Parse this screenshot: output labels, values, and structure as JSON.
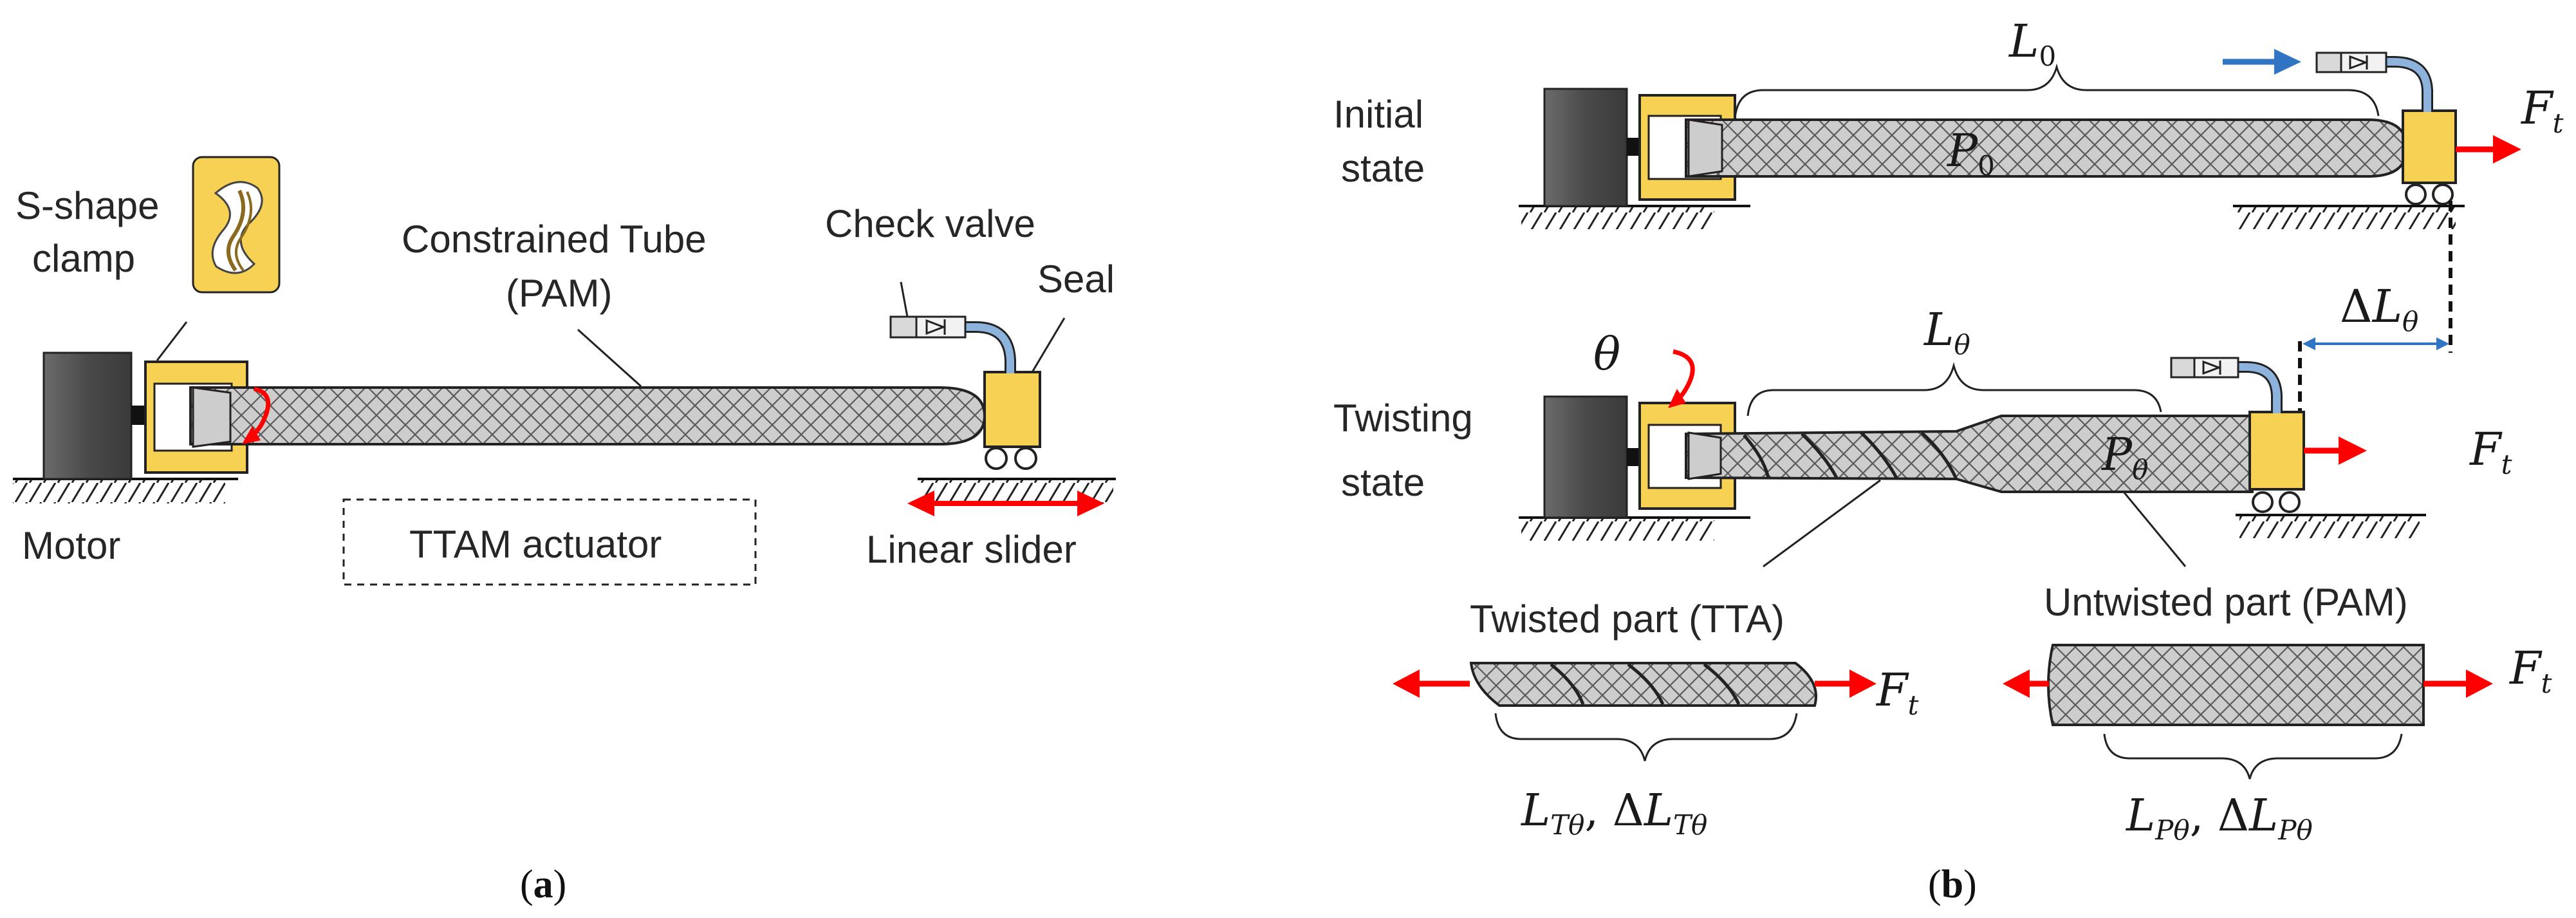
{
  "panel_a": {
    "label_open": "(",
    "label_letter": "a",
    "label_close": ")",
    "s_shape_line1": "S-shape",
    "s_shape_line2": "clamp",
    "tube_line1": "Constrained Tube",
    "tube_line2": "(PAM)",
    "check_valve": "Check valve",
    "seal": "Seal",
    "motor": "Motor",
    "actuator_box": "TTAM actuator",
    "slider": "Linear slider"
  },
  "panel_b": {
    "label_open": "(",
    "label_letter": "b",
    "label_close": ")",
    "initial_line1": "Initial",
    "initial_line2": "state",
    "twisting_line1": "Twisting",
    "twisting_line2": "state",
    "twisted_part": "Twisted part (TTA)",
    "untwisted_part": "Untwisted part (PAM)",
    "L0": {
      "base": "L",
      "sub": "0"
    },
    "P0": {
      "base": "P",
      "sub": "0"
    },
    "Ltheta": {
      "base": "L",
      "sub": "θ"
    },
    "Ptheta": {
      "base": "P",
      "sub": "θ"
    },
    "theta": "θ",
    "dL_prefix": "Δ",
    "Ft": {
      "base": "F",
      "sub": "t"
    },
    "LT": {
      "base": "L",
      "sub": "Tθ",
      "sep": ", Δ"
    },
    "LP": {
      "base": "L",
      "sub": "Pθ",
      "sep": ", Δ"
    }
  },
  "colors": {
    "clamp_yellow": "#f7d154",
    "motor_gray": "#505050",
    "force_red": "#ff0000",
    "flow_blue": "#2f75c4",
    "tube_gray": "#c9c9c9",
    "hose_blue": "#8db3dd"
  }
}
